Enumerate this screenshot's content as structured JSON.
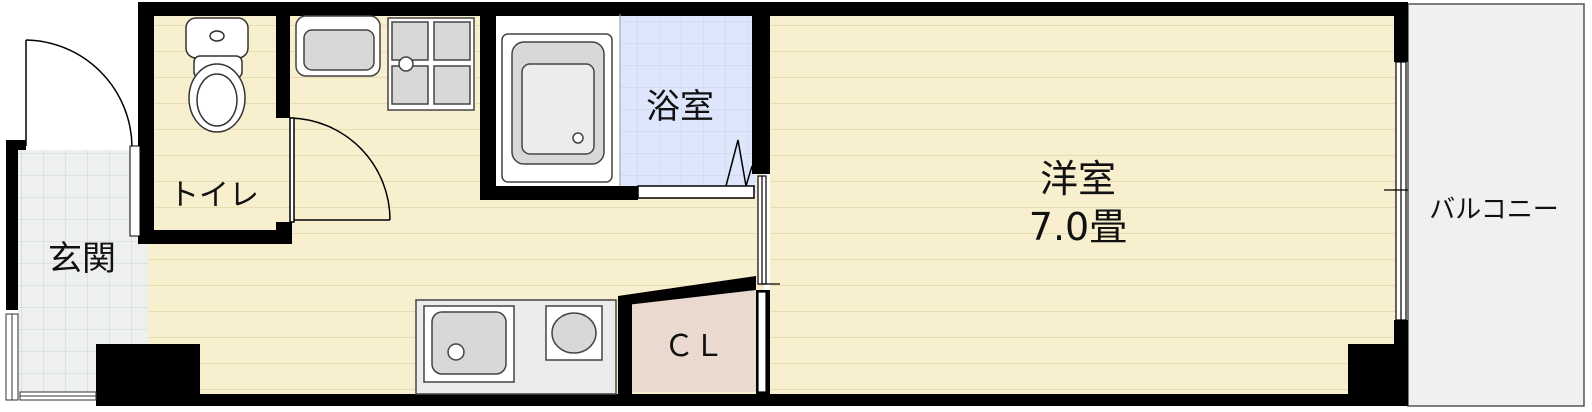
{
  "rooms": {
    "entrance": "玄関",
    "toilet": "トイレ",
    "bath": "浴室",
    "western_room": "洋室",
    "western_room_size": "7.0畳",
    "closet": "ＣＬ",
    "balcony": "バルコニー"
  },
  "colors": {
    "wall": "#000000",
    "floor": "#f8efcf",
    "floor_line": "#e9dcb0",
    "tile_blue": "#dde6fa",
    "tile_gray": "#eef0ee",
    "closet": "#ead9cf",
    "balcony": "#eff1ef",
    "fixture": "#d8d8d8"
  }
}
